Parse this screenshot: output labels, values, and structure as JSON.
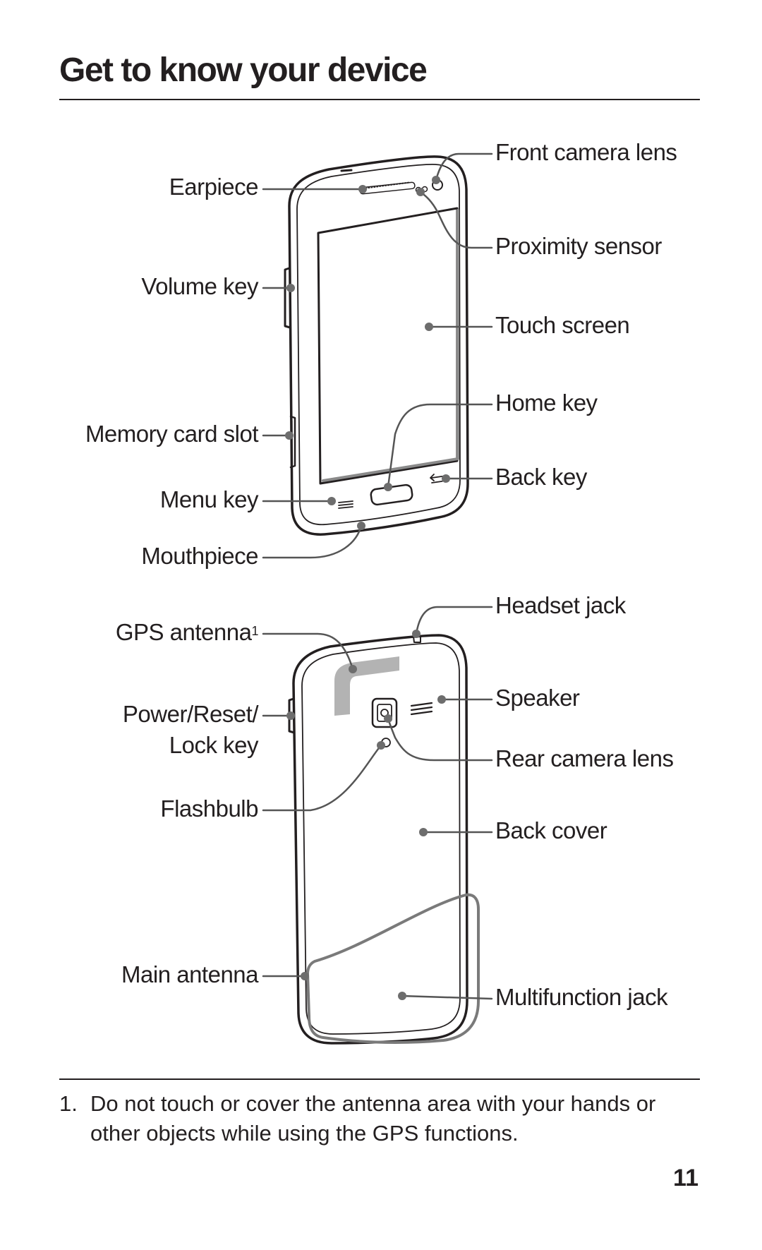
{
  "page": {
    "title": "Get to know your device",
    "page_number": "11"
  },
  "front_labels": {
    "front_camera_lens": "Front camera lens",
    "earpiece": "Earpiece",
    "proximity_sensor": "Proximity sensor",
    "volume_key": "Volume key",
    "touch_screen": "Touch screen",
    "home_key": "Home key",
    "memory_card_slot": "Memory card slot",
    "back_key": "Back key",
    "menu_key": "Menu key",
    "mouthpiece": "Mouthpiece"
  },
  "back_labels": {
    "headset_jack": "Headset jack",
    "gps_antenna": "GPS antenna",
    "gps_antenna_footnote_ref": "1",
    "speaker": "Speaker",
    "power_reset_line1": "Power/Reset/",
    "power_reset_line2": "Lock key",
    "rear_camera_lens": "Rear camera lens",
    "flashbulb": "Flashbulb",
    "back_cover": "Back cover",
    "main_antenna": "Main antenna",
    "multifunction_jack": "Multifunction jack"
  },
  "footnote": {
    "number": "1.",
    "text": "Do not touch or cover the antenna area with your hands or other objects while using the GPS functions."
  }
}
